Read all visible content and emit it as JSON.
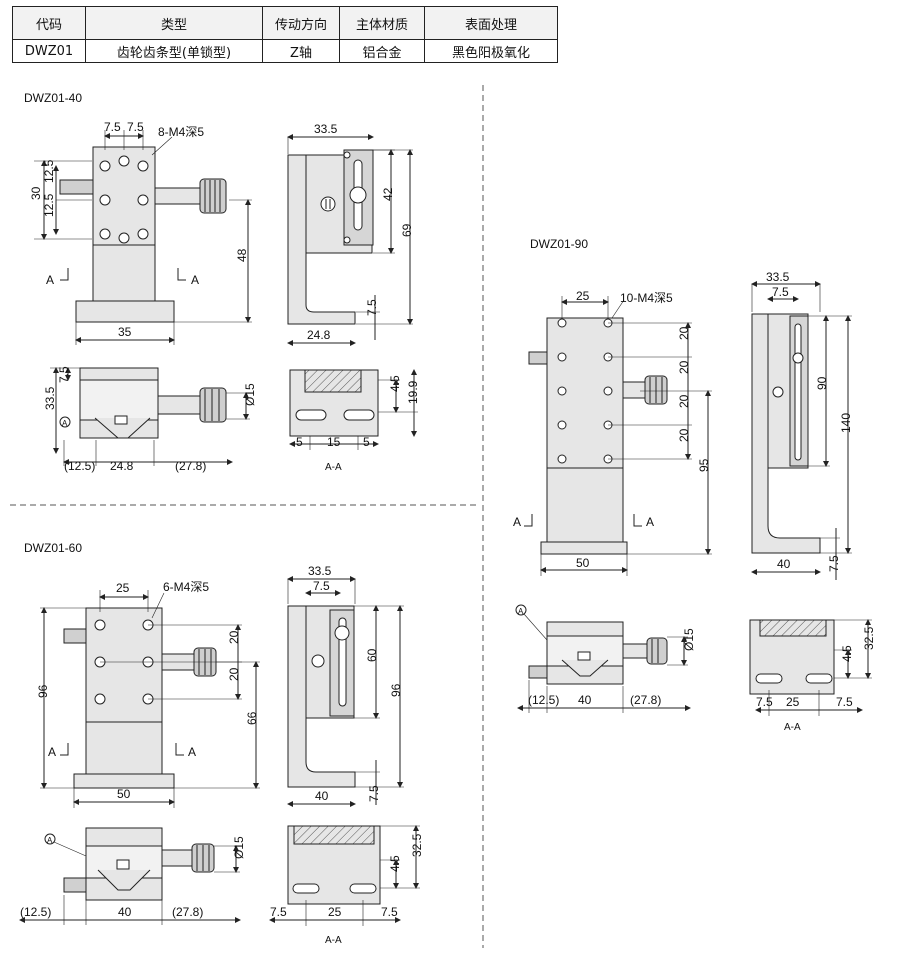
{
  "table": {
    "headers": [
      "代码",
      "类型",
      "传动方向",
      "主体材质",
      "表面处理"
    ],
    "row": [
      "DWZ01",
      "齿轮齿条型(单锁型)",
      "Z轴",
      "铝合金",
      "黑色阳极氧化"
    ]
  },
  "views": {
    "d40": {
      "label": "DWZ01-40",
      "hole_note": "8-M4深5",
      "dims": {
        "top_a": "7.5",
        "top_b": "7.5",
        "d30": "30",
        "d12a": "12.5",
        "d12b": "12.5",
        "d48": "48",
        "d35": "35",
        "a_left": "A",
        "a_right": "A",
        "side_w": "33.5",
        "side_42": "42",
        "side_69": "69",
        "side_75": "7.5",
        "side_248": "24.8",
        "bot_75": "7.5",
        "bot_335": "33.5",
        "bot_phi": "Ø15",
        "bot_125": "(12.5)",
        "bot_248": "24.8",
        "bot_278": "(27.8)",
        "circle_a": "A",
        "sec_45": "4.5",
        "sec_199": "19.9",
        "sec_5a": "5",
        "sec_15": "15",
        "sec_5b": "5",
        "sec_label": "A-A"
      }
    },
    "d60": {
      "label": "DWZ01-60",
      "hole_note": "6-M4深5",
      "dims": {
        "top_25": "25",
        "d20a": "20",
        "d20b": "20",
        "d96": "96",
        "d66": "66",
        "d50": "50",
        "a_left": "A",
        "a_right": "A",
        "side_335": "33.5",
        "side_75": "7.5",
        "side_60": "60",
        "side_96": "96",
        "side_40": "40",
        "side_75b": "7.5",
        "circle_a": "A",
        "bot_phi": "Ø15",
        "bot_125": "(12.5)",
        "bot_40": "40",
        "bot_278": "(27.8)",
        "sec_45": "4.5",
        "sec_325": "32.5",
        "sec_75a": "7.5",
        "sec_25": "25",
        "sec_75b": "7.5",
        "sec_label": "A-A"
      }
    },
    "d90": {
      "label": "DWZ01-90",
      "hole_note": "10-M4深5",
      "dims": {
        "top_25": "25",
        "d20a": "20",
        "d20b": "20",
        "d20c": "20",
        "d20d": "20",
        "d95": "95",
        "d50": "50",
        "a_left": "A",
        "a_right": "A",
        "side_335": "33.5",
        "side_75": "7.5",
        "side_90": "90",
        "side_140": "140",
        "side_40": "40",
        "side_75b": "7.5",
        "circle_a": "A",
        "bot_phi": "Ø15",
        "bot_125": "(12.5)",
        "bot_40": "40",
        "bot_278": "(27.8)",
        "sec_45": "4.5",
        "sec_325": "32.5",
        "sec_75a": "7.5",
        "sec_25": "25",
        "sec_75b": "7.5",
        "sec_label": "A-A"
      }
    }
  },
  "colors": {
    "line": "#222222",
    "body": "#e6e6e6",
    "shade": "#c8c8c8",
    "hatch": "#555555"
  }
}
